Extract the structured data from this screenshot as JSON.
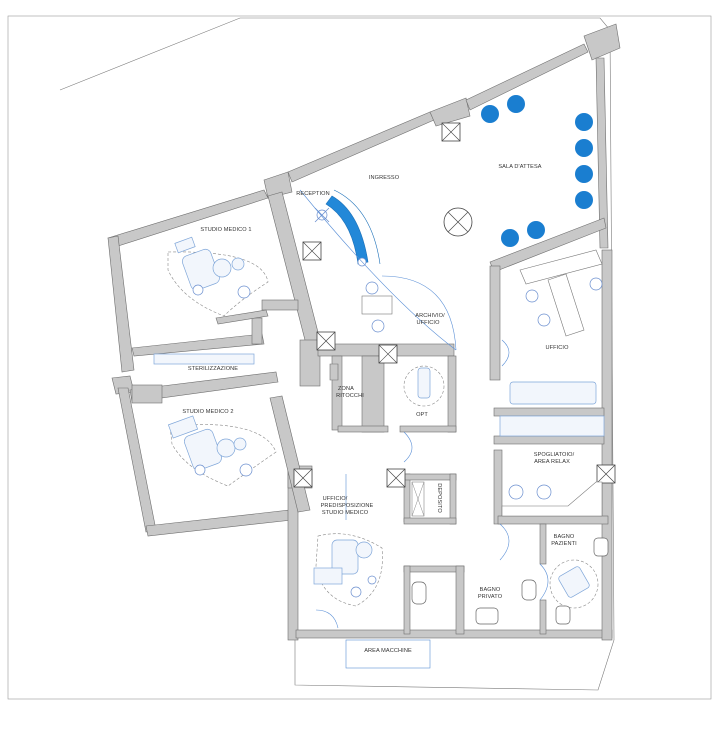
{
  "rooms": {
    "ingresso": "INGRESSO",
    "sala_attesa": "SALA D'ATTESA",
    "reception": "RECEPTION",
    "studio_medico_1": "STUDIO MEDICO 1",
    "sterilizzazione": "STERILIZZAZIONE",
    "studio_medico_2": "STUDIO MEDICO 2",
    "archivio_l1": "ARCHIVIO/",
    "archivio_l2": "UFFICIO",
    "ufficio": "UFFICIO",
    "zona_l1": "ZONA",
    "zona_l2": "RITOCCHI",
    "opt": "OPT",
    "spogliatoio_l1": "SPOGLIATOIO/",
    "spogliatoio_l2": "AREA RELAX",
    "ufficio_pred_l1": "UFFICIO/",
    "ufficio_pred_l2": "PREDISPOSIZIONE",
    "ufficio_pred_l3": "STUDIO MEDICO",
    "deposito": "DEPOSITO",
    "bagno_privato_l1": "BAGNO",
    "bagno_privato_l2": "PRIVATO",
    "bagno_pazienti_l1": "BAGNO",
    "bagno_pazienti_l2": "PAZIENTI",
    "area_macchine": "AREA MACCHINE"
  },
  "colors": {
    "accent": "#1a7ed0",
    "wall": "#c8c8c8",
    "line": "#7a7a7a",
    "furniture": "#7fa6d9"
  }
}
